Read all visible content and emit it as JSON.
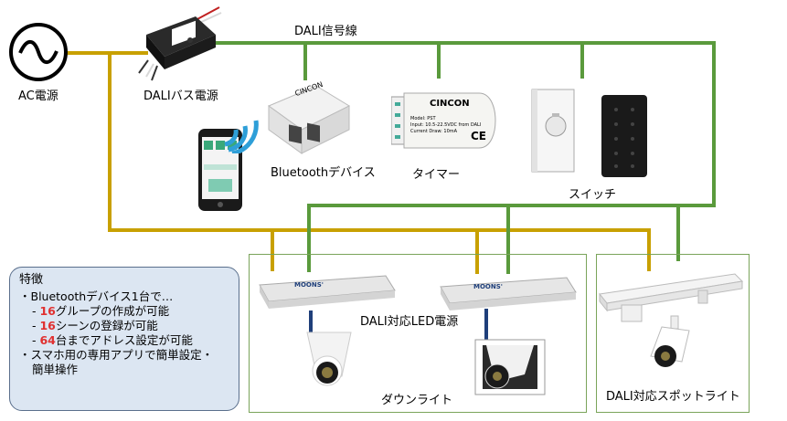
{
  "labels": {
    "ac_source": "AC電源",
    "dali_bus_power": "DALIバス電源",
    "dali_signal_line": "DALI信号線",
    "bluetooth_device": "Bluetoothデバイス",
    "timer": "タイマー",
    "switch": "スイッチ",
    "dali_led_power": "DALI対応LED電源",
    "downlight": "ダウンライト",
    "dali_spotlight": "DALI対応スポットライト"
  },
  "device_text": {
    "cincon_bt": "CINCON",
    "cincon_timer": "CINCON",
    "timer_model": "Model: PST",
    "timer_input": "Input: 10.5-22.5VDC from DALI",
    "timer_current": "Current Draw: 10mA",
    "ce_mark": "CE",
    "moons_1": "MOONS'",
    "moons_2": "MOONS'"
  },
  "features": {
    "title": "特徴",
    "line1": "・Bluetoothデバイス1台で…",
    "line2_prefix": "- ",
    "line2_num": "16",
    "line2_text": "グループの作成が可能",
    "line3_prefix": "- ",
    "line3_num": "16",
    "line3_text": "シーンの登録が可能",
    "line4_prefix": "- ",
    "line4_num": "64",
    "line4_text": "台までアドレス設定が可能",
    "line5": "・スマホ用の専用アプリで簡単設定・",
    "line6": "簡単操作"
  },
  "colors": {
    "power_line": "#c8a000",
    "dali_line": "#5a9a3c",
    "box_border": "#7aa45a",
    "feature_bg": "#dce6f2",
    "highlight": "#e03030",
    "wifi": "#2e9fd8"
  }
}
